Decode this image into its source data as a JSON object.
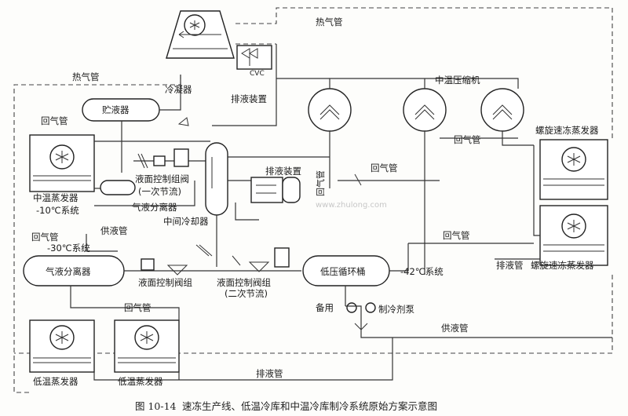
{
  "labels": {
    "hot_gas_top": "热气管",
    "hot_gas_left": "热气管",
    "condenser": "冷凝器",
    "drain_device_top": "排液装置",
    "cvc": "CVC",
    "mid_temp_compressor": "中温压缩机",
    "receiver": "贮液器",
    "return_pipe_1": "回气管",
    "mid_temp_evaporator": "中温蒸发器",
    "mid_temp_system": "-10℃系统",
    "level_ctrl_valve_1a": "液面控制组阀",
    "level_ctrl_valve_1b": "(一次节流)",
    "gas_liquid_separator_1": "气液分离器",
    "intercooler": "中间冷却器",
    "drain_device_mid": "排液装置",
    "return_pipe_2": "回气管",
    "return_pipe_3": "回气管",
    "return_pipe_vertical": "回气管",
    "spiral_evaporator_1": "螺旋速冻蒸发器",
    "supply_pipe_1": "供液管",
    "return_pipe_4": "回气管",
    "system_minus30": "-30℃系统",
    "return_pipe_5": "回气管",
    "gas_liquid_separator_2": "气液分离器",
    "level_ctrl_group_1": "液面控制阀组",
    "level_ctrl_group_2a": "液面控制阀组",
    "level_ctrl_group_2b": "(二次节流)",
    "low_pressure_drum": "低压循环桶",
    "system_minus42": "-42℃系统",
    "drain_pipe_right": "排液管",
    "spiral_evaporator_2": "螺旋速冻蒸发器",
    "return_pipe_6": "回气管",
    "standby": "备用",
    "refrigerant_pump": "制冷剂泵",
    "supply_pipe_2": "供液管",
    "low_temp_evaporator_1": "低温蒸发器",
    "low_temp_evaporator_2": "低温蒸发器",
    "drain_pipe_bottom": "排液管",
    "watermark": "www.zhulong.com"
  },
  "caption": {
    "figure_no": "图 10-14",
    "text": "速冻生产线、低温冷库和中温冷库制冷系统原始方案示意图"
  }
}
